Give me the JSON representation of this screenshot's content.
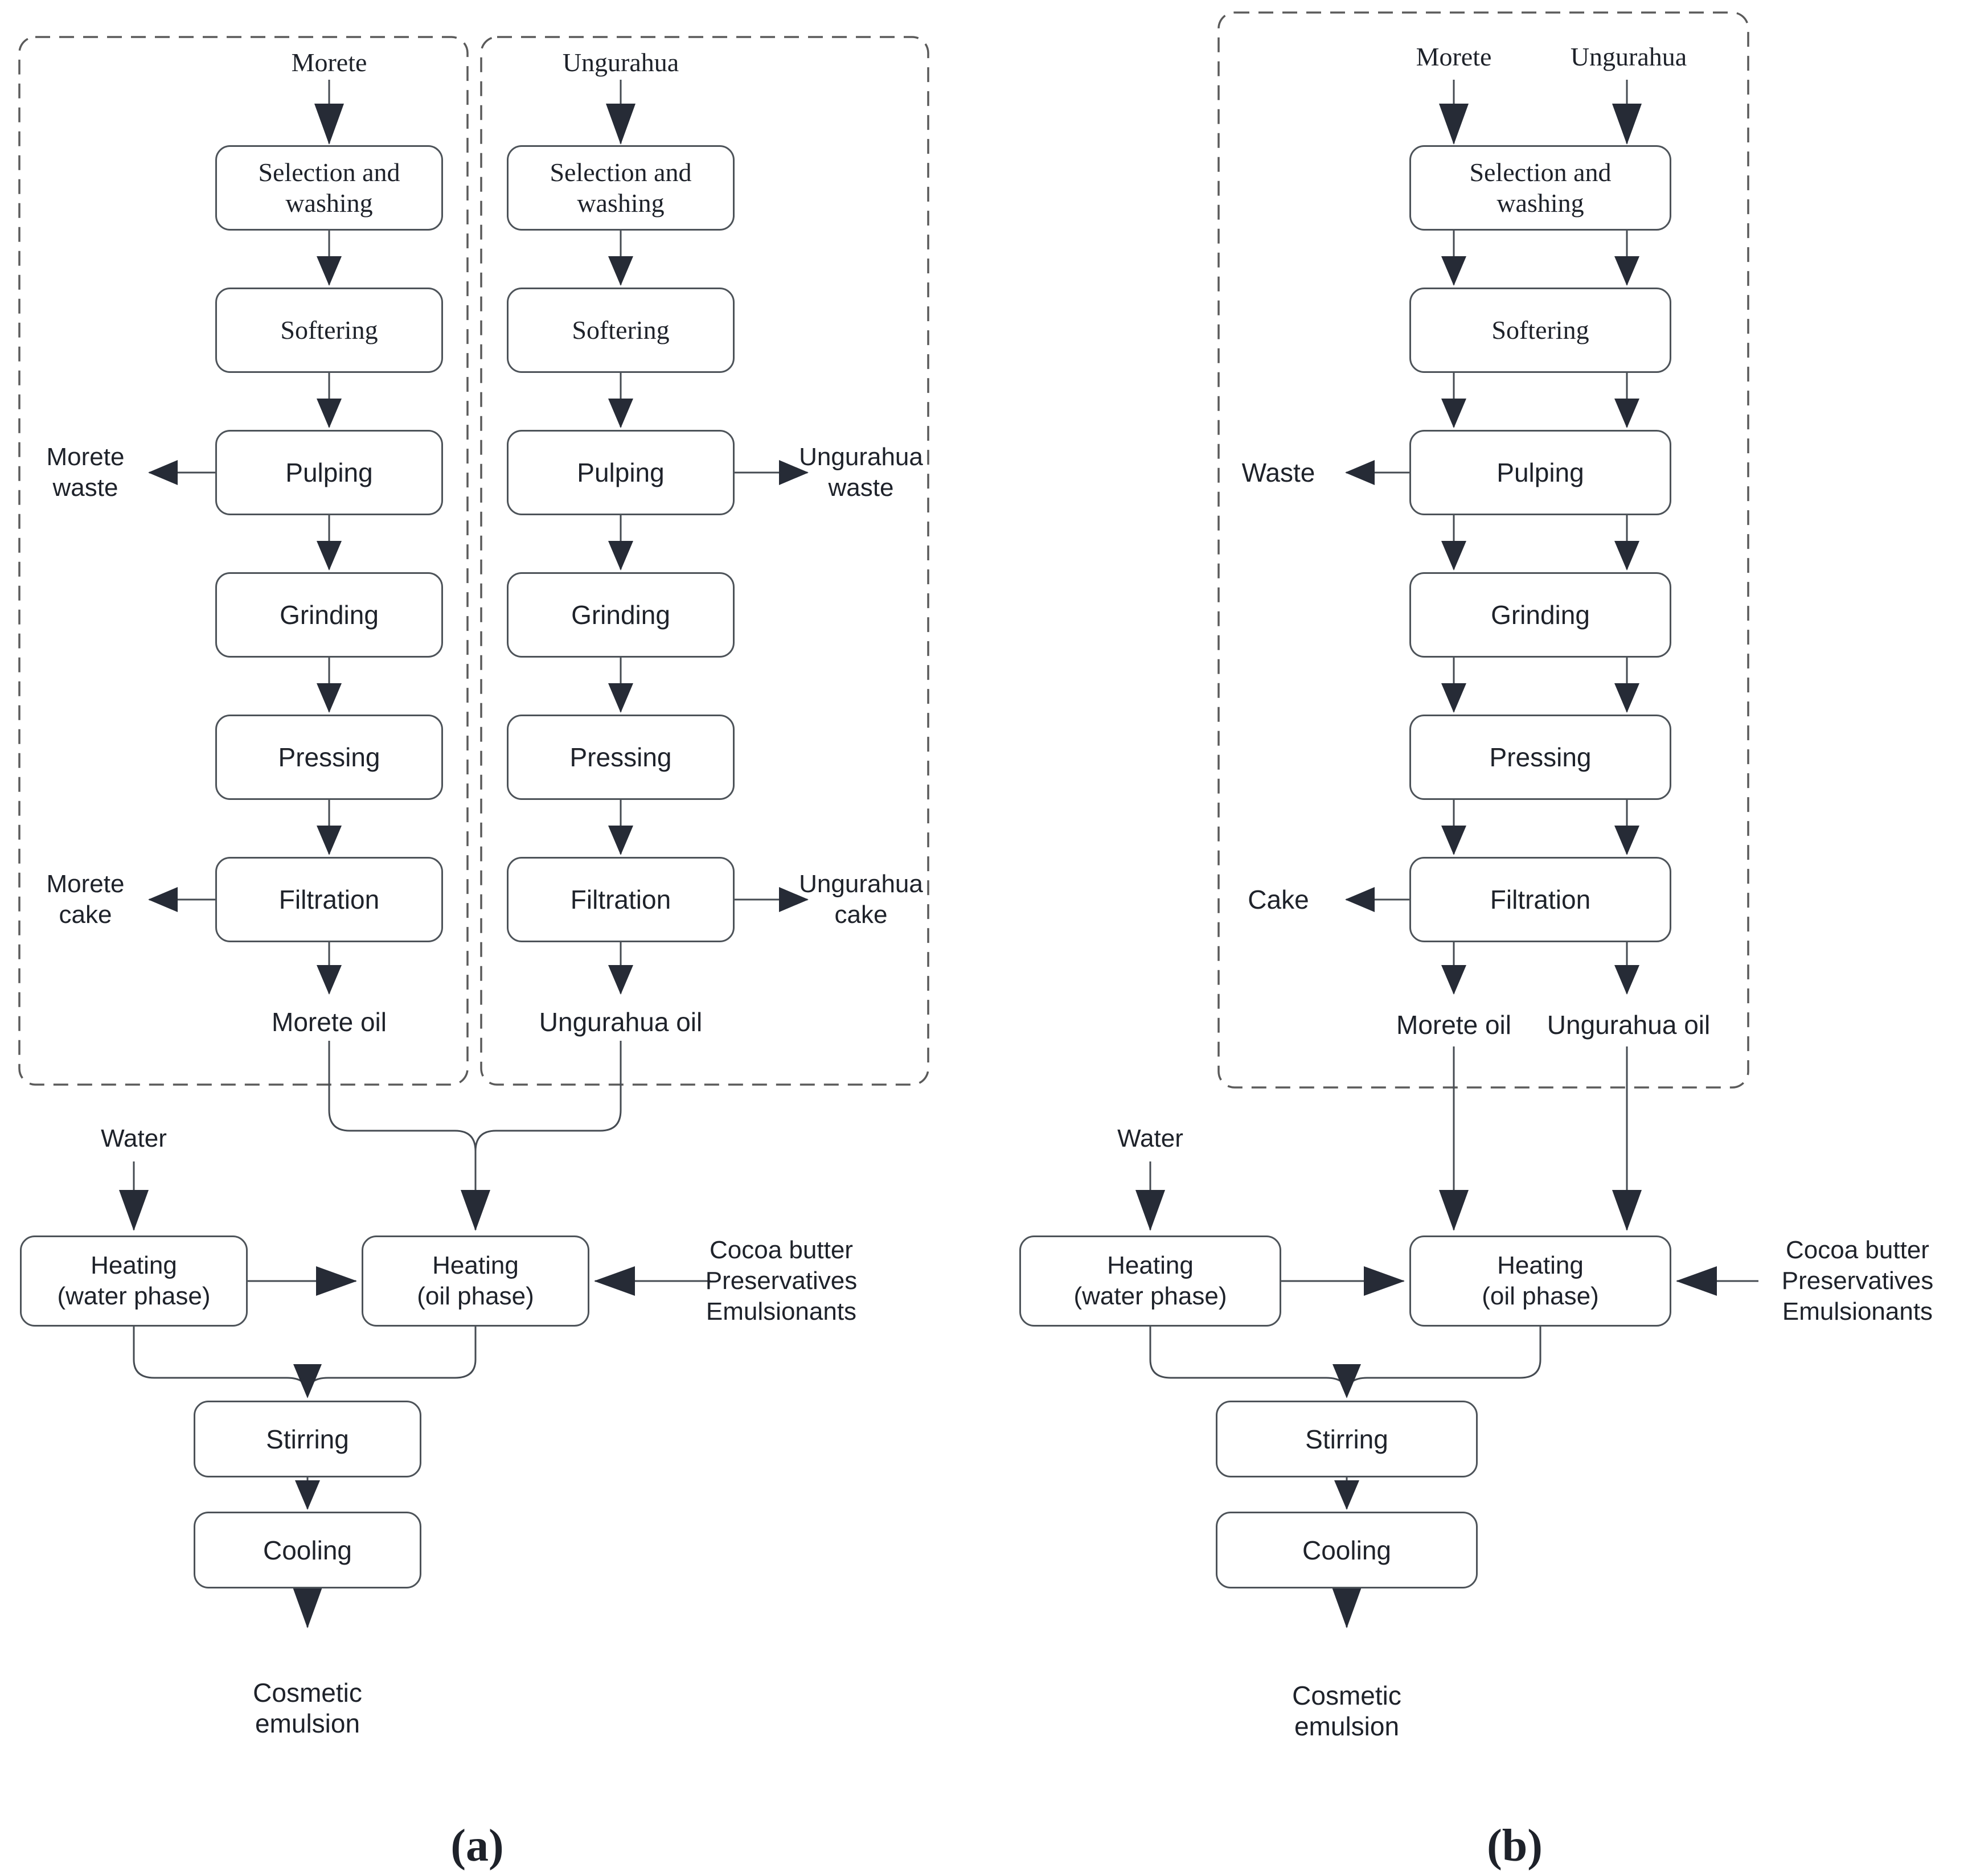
{
  "steps": [
    "Selection and\nwashing",
    "Softering",
    "Pulping",
    "Grinding",
    "Pressing",
    "Filtration"
  ],
  "emulsion": {
    "water": "Water",
    "heating_water": "Heating\n(water phase)",
    "heating_oil": "Heating\n(oil phase)",
    "additives": "Cocoa butter\nPreservatives\nEmulsionants",
    "stirring": "Stirring",
    "cooling": "Cooling",
    "output": "Cosmetic\nemulsion"
  },
  "panel_a": {
    "caption": "(a)",
    "headers": {
      "morete": "Morete",
      "ungurahua": "Ungurahua"
    },
    "outputs": {
      "morete_waste": "Morete\nwaste",
      "ungurahua_waste": "Ungurahua\nwaste",
      "morete_cake": "Morete\ncake",
      "ungurahua_cake": "Ungurahua\ncake",
      "morete_oil": "Morete oil",
      "ungurahua_oil": "Ungurahua oil"
    }
  },
  "panel_b": {
    "caption": "(b)",
    "headers": {
      "morete": "Morete",
      "ungurahua": "Ungurahua"
    },
    "outputs": {
      "waste": "Waste",
      "cake": "Cake",
      "morete_oil": "Morete oil",
      "ungurahua_oil": "Ungurahua oil"
    }
  },
  "colors": {
    "line": "#454b52",
    "arrowhead": "#262b36",
    "box_border": "#4d5359",
    "dashed_border": "#5a5a5a",
    "text": "#1e222a",
    "background": "#ffffff"
  }
}
